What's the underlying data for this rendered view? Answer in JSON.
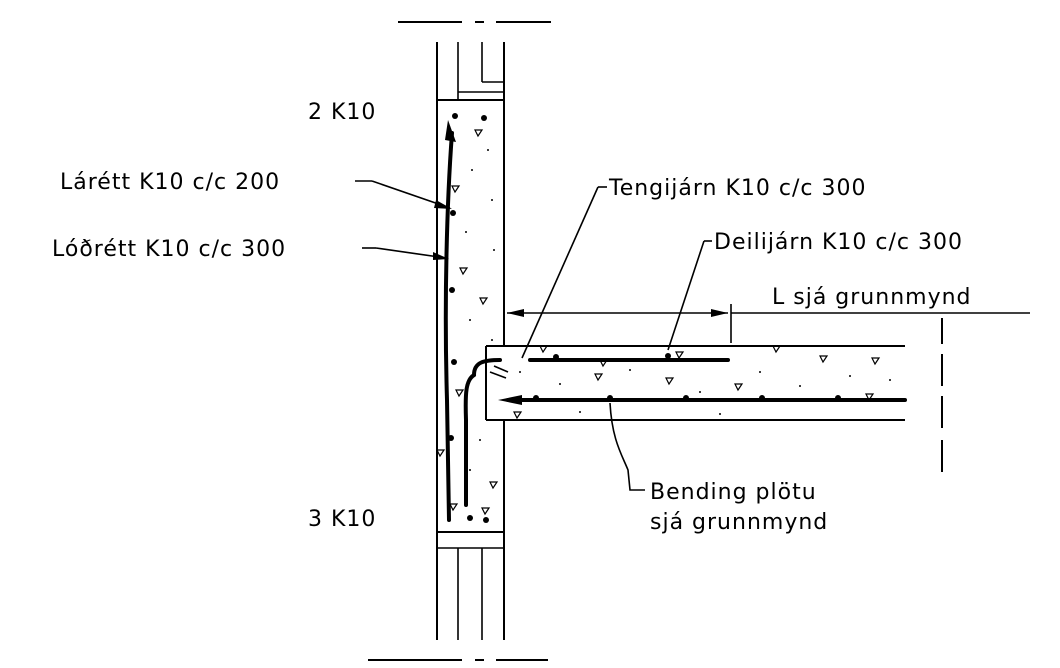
{
  "labels": {
    "top_bars": "2 K10",
    "bottom_bars": "3 K10",
    "horizontal": "Lárétt K10 c/c 200",
    "vertical": "Lóðrétt K10 c/c 300",
    "connector": "Tengijárn K10 c/c 300",
    "distribution": "Deilijárn K10 c/c 300",
    "length": "L sjá grunnmynd",
    "slab_bending_line1": "Bending plötu",
    "slab_bending_line2": "sjá grunnmynd"
  }
}
